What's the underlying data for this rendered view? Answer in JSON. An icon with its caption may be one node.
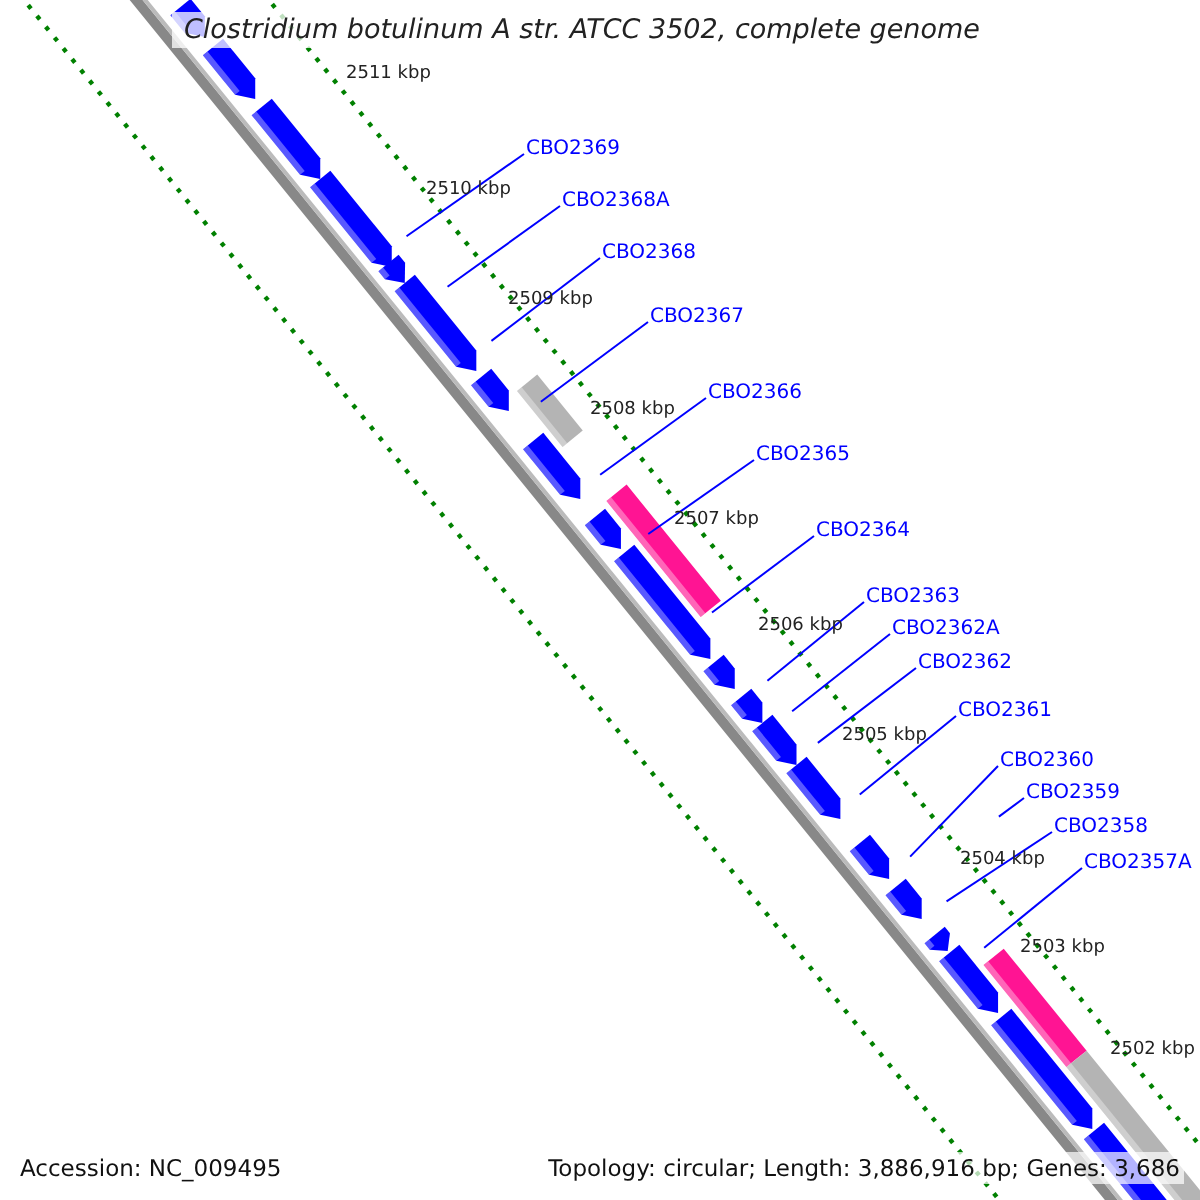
{
  "diagram": {
    "title": "Clostridium botulinum A str. ATCC 3502, complete genome",
    "nodes": [
      {
        "text": [
          "CBO2369"
        ]
      },
      {
        "text": [
          "CBO2368A"
        ]
      },
      {
        "text": [
          "CBO2368"
        ]
      },
      {
        "text": [
          "CBO2367"
        ]
      },
      {
        "text": [
          "CBO2366"
        ]
      },
      {
        "text": [
          "CBO2365"
        ]
      },
      {
        "text": [
          "CBO2364"
        ]
      },
      {
        "text": [
          "CBO2363"
        ]
      },
      {
        "text": [
          "CBO2362A"
        ]
      },
      {
        "text": [
          "CBO2362"
        ]
      },
      {
        "text": [
          "CBO2361"
        ]
      },
      {
        "text": [
          "CBO2360"
        ]
      },
      {
        "text": [
          "CBO2359"
        ]
      },
      {
        "text": [
          "CBO2358"
        ]
      },
      {
        "text": [
          "CBO2357A"
        ]
      }
    ],
    "edges": [
      {
        "from": 0,
        "to": null,
        "arrow": "none"
      },
      {
        "from": 1,
        "to": null,
        "arrow": "none"
      },
      {
        "from": 2,
        "to": null,
        "arrow": "none"
      },
      {
        "from": 3,
        "to": null,
        "arrow": "none"
      },
      {
        "from": 4,
        "to": null,
        "arrow": "none"
      },
      {
        "from": 5,
        "to": null,
        "arrow": "none"
      },
      {
        "from": 6,
        "to": null,
        "arrow": "none"
      },
      {
        "from": 7,
        "to": null,
        "arrow": "none"
      },
      {
        "from": 8,
        "to": null,
        "arrow": "none"
      },
      {
        "from": 9,
        "to": null,
        "arrow": "none"
      },
      {
        "from": 10,
        "to": null,
        "arrow": "none"
      },
      {
        "from": 11,
        "to": null,
        "arrow": "none"
      },
      {
        "from": 12,
        "to": null,
        "arrow": "none"
      },
      {
        "from": 13,
        "to": null,
        "arrow": "none"
      },
      {
        "from": 14,
        "to": null,
        "arrow": "none"
      }
    ],
    "labels": [
      "2511 kbp",
      "2510 kbp",
      "2509 kbp",
      "2508 kbp",
      "2507 kbp",
      "2506 kbp",
      "2505 kbp",
      "2504 kbp",
      "2503 kbp",
      "2502 kbp",
      "Accession: NC_009495",
      "Topology: circular; Length: 3,886,916 bp; Genes: 3,686"
    ]
  }
}
